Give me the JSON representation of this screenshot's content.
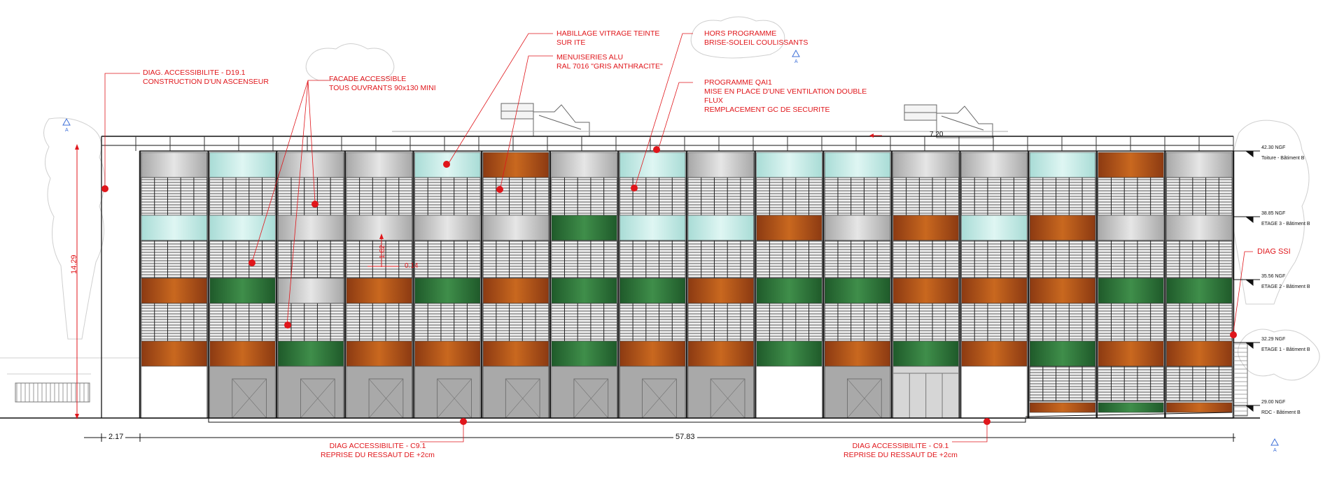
{
  "colors": {
    "annotation_red": "#e0161b",
    "panel_grey": "#c8c8c8",
    "panel_glass": "#c6ece8",
    "panel_orange": "#b5561b",
    "panel_green": "#2f7a3c",
    "ground_floor_grey": "#a9a9a9",
    "frame_dark": "#2a2a2a"
  },
  "icons": [
    "revision-triangle-icon",
    "level-marker-icon",
    "red-dot-marker-icon"
  ],
  "annotations": {
    "ascenseur": [
      "DIAG. ACCESSIBILITE - D19.1",
      "CONSTRUCTION D'UN ASCENSEUR"
    ],
    "facade": [
      "FACADE ACCESSIBLE",
      "TOUS OUVRANTS 90x130 MINI"
    ],
    "habillage": [
      "HABILLAGE VITRAGE TEINTE",
      "SUR ITE"
    ],
    "menuiseries": [
      "MENUISERIES ALU",
      "RAL 7016 \"GRIS ANTHRACITE\""
    ],
    "hors_programme": [
      "HORS PROGRAMME",
      "BRISE-SOLEIL COULISSANTS"
    ],
    "qai": [
      "PROGRAMME QAI1",
      "MISE EN PLACE D'UNE VENTILATION DOUBLE",
      "FLUX",
      "REMPLACEMENT GC DE SECURITE"
    ],
    "ssi": "DIAG SSI",
    "ressaut_left": [
      "DIAG ACCESSIBILITE - C9.1",
      "REPRISE DU RESSAUT DE +2cm"
    ],
    "ressaut_right": [
      "DIAG ACCESSIBILITE - C9.1",
      "REPRISE DU RESSAUT DE +2cm"
    ]
  },
  "revision_mark": "A",
  "levels": [
    {
      "ngf": "42.30 NGF",
      "name": "Toiture - Bâtiment B"
    },
    {
      "ngf": "38.85 NGF",
      "name": "ETAGE 3 - Bâtiment B"
    },
    {
      "ngf": "35.56 NGF",
      "name": "ETAGE 2 - Bâtiment B"
    },
    {
      "ngf": "32.29 NGF",
      "name": "ETAGE 1 - Bâtiment B"
    },
    {
      "ngf": "29.00 NGF",
      "name": "RDC - Bâtiment B"
    }
  ],
  "dimensions": {
    "total_height": "14.29",
    "left_offset": "2.17",
    "total_width": "57.83",
    "roof_setback": "7.20",
    "window_height": "1.62",
    "window_offset": "0.14"
  },
  "facade": {
    "bays": 16,
    "floor_panels": [
      [
        "grey",
        "glass",
        "grey",
        "grey",
        "glass",
        "orange",
        "grey",
        "glass",
        "grey",
        "glass",
        "glass",
        "grey",
        "grey",
        "glass",
        "orange",
        "grey"
      ],
      [
        "glass",
        "glass",
        "grey",
        "grey",
        "grey",
        "grey",
        "green",
        "glass",
        "glass",
        "orange",
        "grey",
        "orange",
        "glass",
        "orange",
        "grey",
        "grey"
      ],
      [
        "orange",
        "green",
        "grey",
        "orange",
        "green",
        "orange",
        "green",
        "green",
        "orange",
        "green",
        "green",
        "orange",
        "orange",
        "orange",
        "green",
        "green"
      ],
      [
        "orange",
        "orange",
        "green",
        "orange",
        "orange",
        "orange",
        "green",
        "orange",
        "orange",
        "green",
        "orange",
        "green",
        "orange",
        "green",
        "orange",
        "orange"
      ]
    ],
    "ground_floor": [
      "white",
      "grey",
      "grey",
      "grey",
      "grey",
      "grey",
      "grey",
      "grey",
      "grey",
      "white",
      "grey",
      "doors",
      "white",
      "louvers",
      "louvers",
      "louvers"
    ],
    "ground_fascia_last_bays": [
      "orange",
      "green",
      "orange"
    ]
  }
}
